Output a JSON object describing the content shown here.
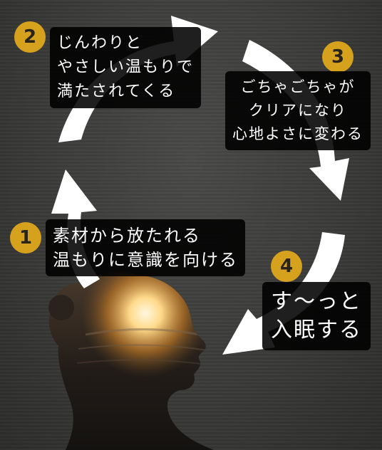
{
  "steps": [
    {
      "number": "1",
      "lines": [
        "素材から放たれる",
        "温もりに意識を向ける"
      ]
    },
    {
      "number": "2",
      "lines": [
        "じんわりと",
        "やさしい温もりで",
        "満たされてくる"
      ]
    },
    {
      "number": "3",
      "lines": [
        "ごちゃごちゃが",
        "クリアになり",
        "心地よさに変わる"
      ]
    },
    {
      "number": "4",
      "lines": [
        "す〜っと",
        "入眠する"
      ]
    }
  ],
  "colors": {
    "badge": "#d6a21e",
    "badge_text": "#2a2418",
    "label_bg": "#000000",
    "arrow": "#ffffff",
    "sun": "#ffd98a"
  }
}
